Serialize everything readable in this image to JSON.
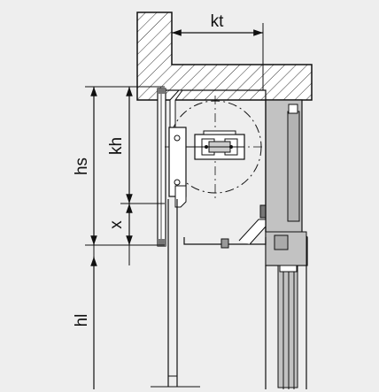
{
  "diagram": {
    "labels": {
      "kt": "kt",
      "kh": "kh",
      "hs": "hs",
      "x": "x",
      "hl": "hl"
    },
    "colors": {
      "background": "#eeeeee",
      "line": "#111111",
      "wall": "#b3b3b3",
      "frame": "#c2c2c2",
      "white": "#ffffff"
    }
  }
}
